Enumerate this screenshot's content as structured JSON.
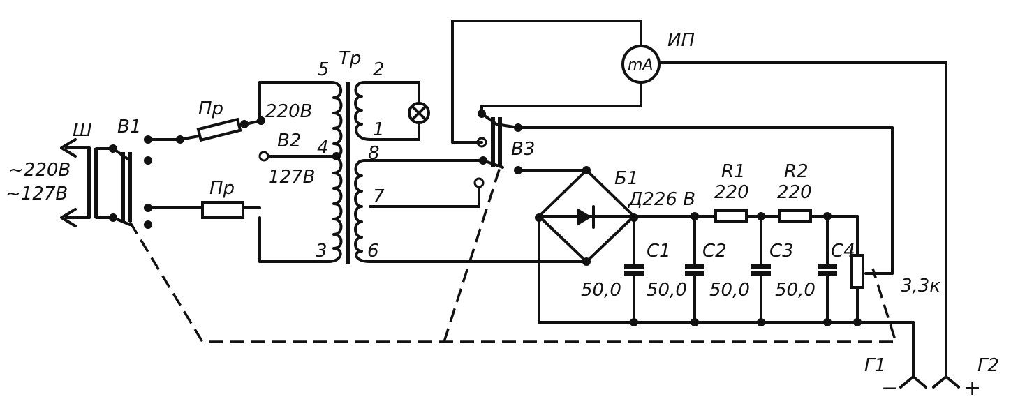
{
  "labels": {
    "plug": "Ш",
    "mains_220": "~220В",
    "mains_127": "~127В",
    "switch_b1": "В1",
    "fuse_top": "Пр",
    "fuse_bottom": "Пр",
    "transformer": "Тр",
    "tap_5": "5",
    "tap_4": "4",
    "tap_3": "3",
    "tap_2": "2",
    "tap_1": "1",
    "tap_8": "8",
    "tap_7": "7",
    "tap_6": "6",
    "v220": "220В",
    "v127": "127В",
    "switch_b2": "В2",
    "switch_b3": "В3",
    "meter_ref": "ИП",
    "meter_unit": "mA",
    "bridge_ref": "Б1",
    "diode": "Д226 В",
    "r1_ref": "R1",
    "r1_val": "220",
    "r2_ref": "R2",
    "r2_val": "220",
    "c1_ref": "С1",
    "c2_ref": "С2",
    "c3_ref": "С3",
    "c4_ref": "С4",
    "c1_val": "50,0",
    "c2_val": "50,0",
    "c3_val": "50,0",
    "c4_val": "50,0",
    "pot_val": "3,3к",
    "g1": "Г1",
    "g2": "Г2",
    "minus": "−",
    "plus": "+"
  }
}
